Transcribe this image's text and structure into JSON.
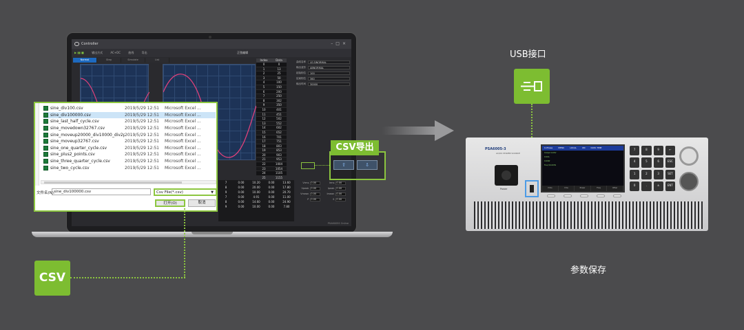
{
  "app": {
    "title": "Controller",
    "toolbar_items": [
      "输出方式",
      "AC+DC",
      "曲线",
      "导出"
    ],
    "center_title": "正弦编辑",
    "tabs": [
      "Normal",
      "Step",
      "Simulate",
      "List"
    ],
    "table_headers": [
      "Index",
      "Data"
    ],
    "table_rows": [
      [
        "0",
        "0"
      ],
      [
        "1",
        "13"
      ],
      [
        "2",
        "25"
      ],
      [
        "3",
        "50"
      ],
      [
        "4",
        "100"
      ],
      [
        "5",
        "150"
      ],
      [
        "6",
        "200"
      ],
      [
        "7",
        "250"
      ],
      [
        "8",
        "302"
      ],
      [
        "9",
        "350"
      ],
      [
        "10",
        "401"
      ],
      [
        "11",
        "451"
      ],
      [
        "12",
        "502"
      ],
      [
        "13",
        "552"
      ],
      [
        "14",
        "602"
      ],
      [
        "15",
        "652"
      ],
      [
        "16",
        "701"
      ],
      [
        "17",
        "751"
      ],
      [
        "18",
        "803"
      ],
      [
        "19",
        "853"
      ],
      [
        "20",
        "903"
      ],
      [
        "21",
        "953"
      ],
      [
        "22",
        "1004"
      ],
      [
        "23",
        "1054"
      ],
      [
        "24",
        "1105"
      ],
      [
        "25",
        "1155"
      ]
    ],
    "props": [
      {
        "label": "曲线名称",
        "value": "LE-SINORMAL"
      },
      {
        "label": "输出波形",
        "value": "ABNORMAL"
      },
      {
        "label": "起始相位",
        "value": "100"
      },
      {
        "label": "结束相位",
        "value": "360"
      },
      {
        "label": "输出时间",
        "value": "30000"
      }
    ],
    "bottom_rows": [
      [
        "7",
        "0.00",
        "10.20",
        "0.00",
        "13.60"
      ],
      [
        "8",
        "0.00",
        "20.00",
        "0.00",
        "17.80"
      ],
      [
        "9",
        "0.00",
        "10.00",
        "0.00",
        "20.70"
      ],
      [
        "7",
        "0.00",
        "4.91",
        "0.00",
        "11.00"
      ],
      [
        "8",
        "0.00",
        "14.60",
        "0.00",
        "24.90"
      ],
      [
        "9",
        "0.00",
        "10.00",
        "0.00",
        "7.80"
      ]
    ],
    "measures": [
      [
        "Vrms",
        "0.00",
        "Irms",
        "0.00"
      ],
      [
        "Vpeak",
        "0.00",
        "Ipeak",
        "0.00"
      ],
      [
        "Vmean",
        "0.00",
        "Imean",
        "0.00"
      ],
      [
        "P",
        "0.00",
        "S",
        "0.00"
      ]
    ],
    "footer": "PSA6005S Online"
  },
  "dialog": {
    "files": [
      {
        "name": "sine_div100.csv",
        "date": "2019/5/29 12:51",
        "type": "Microsoft Excel ..."
      },
      {
        "name": "sine_div100000.csv",
        "date": "2019/5/29 12:51",
        "type": "Microsoft Excel ..."
      },
      {
        "name": "sine_last_half_cycle.csv",
        "date": "2019/5/29 12:51",
        "type": "Microsoft Excel ..."
      },
      {
        "name": "sine_movedown32767.csv",
        "date": "2019/5/29 12:51",
        "type": "Microsoft Excel ..."
      },
      {
        "name": "sine_moveup20000_div10000_div2poi...",
        "date": "2019/5/29 12:51",
        "type": "Microsoft Excel ..."
      },
      {
        "name": "sine_moveup32767.csv",
        "date": "2019/5/29 12:51",
        "type": "Microsoft Excel ..."
      },
      {
        "name": "sine_one_quarter_cycle.csv",
        "date": "2019/5/29 12:51",
        "type": "Microsoft Excel ..."
      },
      {
        "name": "sine_plus2_points.csv",
        "date": "2019/5/29 12:51",
        "type": "Microsoft Excel ..."
      },
      {
        "name": "sine_three_quarter_cycle.csv",
        "date": "2019/5/29 12:51",
        "type": "Microsoft Excel ..."
      },
      {
        "name": "sine_two_cycle.csv",
        "date": "2019/5/29 12:51",
        "type": "Microsoft Excel ..."
      }
    ],
    "selected_index": 1,
    "filename_label": "文件名(N):",
    "filename_value": "sine_div100000.csv",
    "filetype_value": "Csv File(*.csv)",
    "open_label": "打开(O)",
    "cancel_label": "取消"
  },
  "callouts": {
    "csv_export": "CSV导出",
    "csv": "CSV",
    "usb": "USB接口",
    "param_save": "参数保存"
  },
  "device": {
    "brand": "PSA6005-3",
    "subtitle": "AC/DC POWER SOURCE",
    "power_label": "Power",
    "screen_header": [
      "U-Phase",
      "MENU",
      "LOCAL",
      "ON",
      "DATA TIME"
    ],
    "screen_lines": [
      "Output 0.00V",
      "0.00A",
      "0.00W",
      "Freq 50.00Hz"
    ],
    "screen_keys": [
      "Vrms",
      "Irms",
      "Power",
      "Freq",
      "Other"
    ],
    "keypad": [
      "7",
      "8",
      "9",
      "←",
      "4",
      "5",
      "6",
      "ESC",
      "1",
      "2",
      "3",
      "SET",
      "0",
      ".",
      "±",
      "ENT"
    ]
  },
  "colors": {
    "accent": "#7dbd31",
    "background": "#4b4b4d",
    "highlight": "#4c9be6"
  }
}
